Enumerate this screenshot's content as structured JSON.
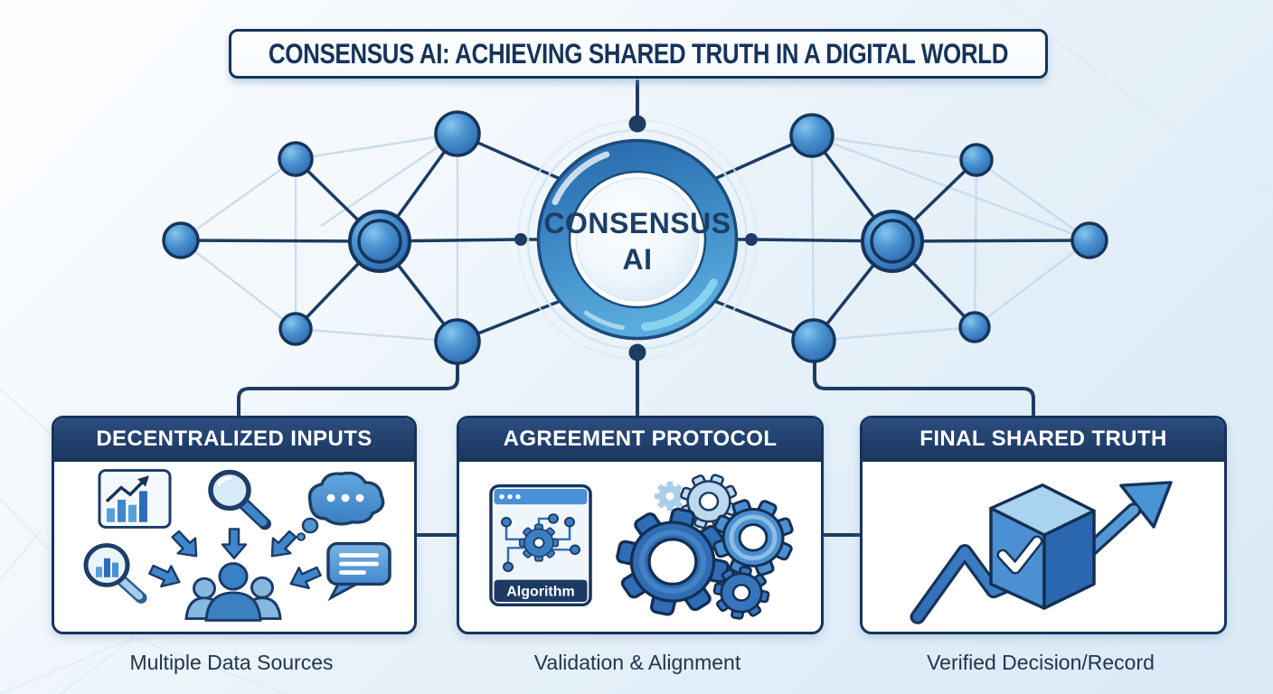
{
  "title": {
    "text": "CONSENSUS AI: ACHIEVING SHARED TRUTH IN A DIGITAL WORLD"
  },
  "center_node": {
    "line1": "CONSENSUS",
    "line2": "AI"
  },
  "network": {
    "left_node_count": 6,
    "right_node_count": 6,
    "style": "hub-and-spoke with faint secondary links"
  },
  "boxes": [
    {
      "id": "decentralized-inputs",
      "header": "DECENTRALIZED INPUTS",
      "caption": "Multiple Data Sources",
      "icons": [
        "bar-chart-card-icon",
        "magnifier-icon",
        "thought-bubble-icon",
        "magnifier-bars-icon",
        "chat-bubble-icon",
        "people-group-icon",
        "converging-arrow-icon"
      ]
    },
    {
      "id": "agreement-protocol",
      "header": "AGREEMENT PROTOCOL",
      "caption": "Validation & Alignment",
      "window_label": "Algorithm",
      "icons": [
        "algorithm-window-icon",
        "gear-icon"
      ]
    },
    {
      "id": "final-shared-truth",
      "header": "FINAL SHARED TRUTH",
      "caption": "Verified Decision/Record",
      "icons": [
        "checked-cube-icon",
        "rising-zigzag-arrow-icon"
      ]
    }
  ],
  "colors": {
    "navy": "#16345a",
    "header_bg": "#1e3c68",
    "node_blue": "#2e6db4",
    "node_blue_light": "#7cc0ea",
    "ring_blue": "#3f8cc8",
    "accent_cyan": "#8fd9f1",
    "background": "#e9f2fa"
  }
}
